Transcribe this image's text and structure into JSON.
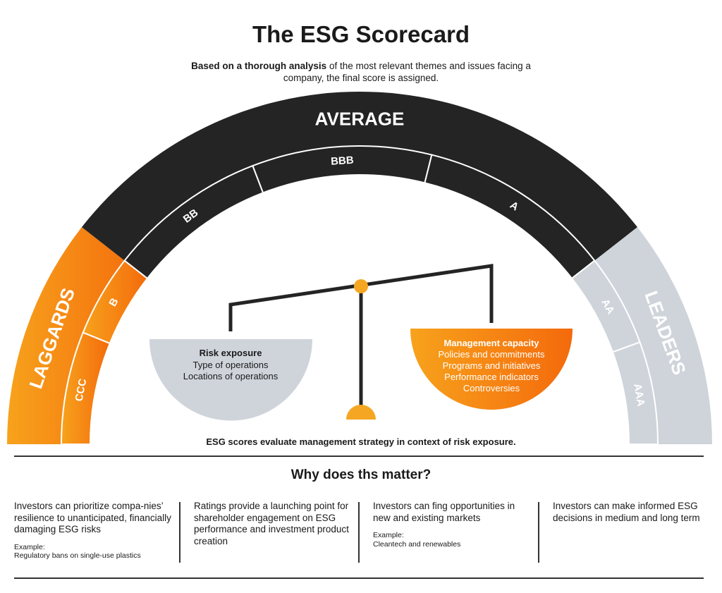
{
  "header": {
    "title": "The ESG Scorecard",
    "subtitle_bold": "Based on a thorough analysis",
    "subtitle_rest": " of the most relevant themes and issues facing a company, the final score is assigned."
  },
  "gauge": {
    "groups": {
      "laggards": "LAGGARDS",
      "average": "AVERAGE",
      "leaders": "LEADERS"
    },
    "ratings": [
      "CCC",
      "B",
      "BB",
      "BBB",
      "A",
      "AA",
      "AAA"
    ],
    "colors": {
      "orange": "#f47a20",
      "dark": "#242424",
      "light": "#cfd4db",
      "amber": "#f5a623"
    }
  },
  "scale": {
    "left_pan": {
      "title": "Risk exposure",
      "lines": [
        "Type of operations",
        "Locations of operations"
      ]
    },
    "right_pan": {
      "title": "Management capacity",
      "lines": [
        "Policies and commitments",
        "Programs and initiatives",
        "Performance indicators",
        "Controversies"
      ]
    }
  },
  "footer_note": "ESG scores evaluate management strategy in context of risk exposure.",
  "why": {
    "title": "Why does ths matter?",
    "columns": [
      {
        "text": "Investors can prioritize compa-nies’ resilience to unanticipated, financially damaging ESG risks",
        "example_label": "Example:",
        "example": "Regulatory bans on single-use plastics"
      },
      {
        "text": "Ratings provide a launching point for shareholder engagement on ESG performance and investment product creation",
        "example_label": "",
        "example": ""
      },
      {
        "text": "Investors can fing opportunities in new and existing markets",
        "example_label": "Example:",
        "example": "Cleantech and renewables"
      },
      {
        "text": "Investors can make informed ESG decisions in medium and long term",
        "example_label": "",
        "example": ""
      }
    ]
  }
}
